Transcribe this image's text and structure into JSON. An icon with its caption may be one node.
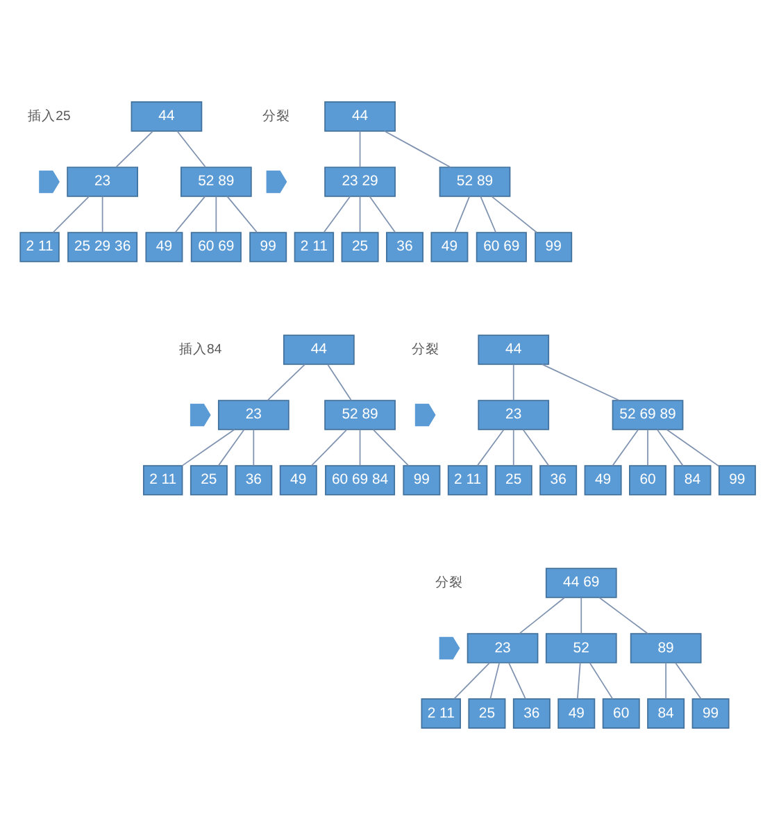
{
  "diagram": {
    "nodes": [
      {
        "text": [
          "44"
        ]
      },
      {
        "text": [
          "23"
        ]
      },
      {
        "text": [
          "52 89"
        ]
      },
      {
        "text": [
          "2 11"
        ]
      },
      {
        "text": [
          "25 29 36"
        ]
      },
      {
        "text": [
          "49"
        ]
      },
      {
        "text": [
          "60 69"
        ]
      },
      {
        "text": [
          "99"
        ]
      },
      {
        "text": [
          "44"
        ]
      },
      {
        "text": [
          "23 29"
        ]
      },
      {
        "text": [
          "52 89"
        ]
      },
      {
        "text": [
          "2 11"
        ]
      },
      {
        "text": [
          "25"
        ]
      },
      {
        "text": [
          "36"
        ]
      },
      {
        "text": [
          "49"
        ]
      },
      {
        "text": [
          "60 69"
        ]
      },
      {
        "text": [
          "99"
        ]
      },
      {
        "text": [
          "44"
        ]
      },
      {
        "text": [
          "23"
        ]
      },
      {
        "text": [
          "52 89"
        ]
      },
      {
        "text": [
          "2 11"
        ]
      },
      {
        "text": [
          "25"
        ]
      },
      {
        "text": [
          "36"
        ]
      },
      {
        "text": [
          "49"
        ]
      },
      {
        "text": [
          "60 69 84"
        ]
      },
      {
        "text": [
          "99"
        ]
      },
      {
        "text": [
          "44"
        ]
      },
      {
        "text": [
          "23"
        ]
      },
      {
        "text": [
          "52 69 89"
        ]
      },
      {
        "text": [
          "2 11"
        ]
      },
      {
        "text": [
          "25"
        ]
      },
      {
        "text": [
          "36"
        ]
      },
      {
        "text": [
          "49"
        ]
      },
      {
        "text": [
          "60"
        ]
      },
      {
        "text": [
          "84"
        ]
      },
      {
        "text": [
          "99"
        ]
      },
      {
        "text": [
          "44 69"
        ]
      },
      {
        "text": [
          "23"
        ]
      },
      {
        "text": [
          "52"
        ]
      },
      {
        "text": [
          "89"
        ]
      },
      {
        "text": [
          "2 11"
        ]
      },
      {
        "text": [
          "25"
        ]
      },
      {
        "text": [
          "36"
        ]
      },
      {
        "text": [
          "49"
        ]
      },
      {
        "text": [
          "60"
        ]
      },
      {
        "text": [
          "84"
        ]
      },
      {
        "text": [
          "99"
        ]
      }
    ],
    "edges": [
      {
        "from": 0,
        "to": 1,
        "arrow": "none"
      },
      {
        "from": 0,
        "to": 2,
        "arrow": "none"
      },
      {
        "from": 1,
        "to": 3,
        "arrow": "none"
      },
      {
        "from": 1,
        "to": 4,
        "arrow": "none"
      },
      {
        "from": 2,
        "to": 5,
        "arrow": "none"
      },
      {
        "from": 2,
        "to": 6,
        "arrow": "none"
      },
      {
        "from": 2,
        "to": 7,
        "arrow": "none"
      },
      {
        "from": 8,
        "to": 9,
        "arrow": "none"
      },
      {
        "from": 8,
        "to": 10,
        "arrow": "none"
      },
      {
        "from": 9,
        "to": 11,
        "arrow": "none"
      },
      {
        "from": 9,
        "to": 12,
        "arrow": "none"
      },
      {
        "from": 9,
        "to": 13,
        "arrow": "none"
      },
      {
        "from": 10,
        "to": 14,
        "arrow": "none"
      },
      {
        "from": 10,
        "to": 15,
        "arrow": "none"
      },
      {
        "from": 10,
        "to": 16,
        "arrow": "none"
      },
      {
        "from": 17,
        "to": 18,
        "arrow": "none"
      },
      {
        "from": 17,
        "to": 19,
        "arrow": "none"
      },
      {
        "from": 18,
        "to": 20,
        "arrow": "none"
      },
      {
        "from": 18,
        "to": 21,
        "arrow": "none"
      },
      {
        "from": 18,
        "to": 22,
        "arrow": "none"
      },
      {
        "from": 19,
        "to": 23,
        "arrow": "none"
      },
      {
        "from": 19,
        "to": 24,
        "arrow": "none"
      },
      {
        "from": 19,
        "to": 25,
        "arrow": "none"
      },
      {
        "from": 26,
        "to": 27,
        "arrow": "none"
      },
      {
        "from": 26,
        "to": 28,
        "arrow": "none"
      },
      {
        "from": 27,
        "to": 29,
        "arrow": "none"
      },
      {
        "from": 27,
        "to": 30,
        "arrow": "none"
      },
      {
        "from": 27,
        "to": 31,
        "arrow": "none"
      },
      {
        "from": 28,
        "to": 32,
        "arrow": "none"
      },
      {
        "from": 28,
        "to": 33,
        "arrow": "none"
      },
      {
        "from": 28,
        "to": 34,
        "arrow": "none"
      },
      {
        "from": 28,
        "to": 35,
        "arrow": "none"
      },
      {
        "from": 36,
        "to": 37,
        "arrow": "none"
      },
      {
        "from": 36,
        "to": 38,
        "arrow": "none"
      },
      {
        "from": 36,
        "to": 39,
        "arrow": "none"
      },
      {
        "from": 37,
        "to": 40,
        "arrow": "none"
      },
      {
        "from": 37,
        "to": 41,
        "arrow": "none"
      },
      {
        "from": 37,
        "to": 42,
        "arrow": "none"
      },
      {
        "from": 38,
        "to": 43,
        "arrow": "none"
      },
      {
        "from": 38,
        "to": 44,
        "arrow": "none"
      },
      {
        "from": 39,
        "to": 45,
        "arrow": "none"
      },
      {
        "from": 39,
        "to": 46,
        "arrow": "none"
      }
    ],
    "labels": [
      "插入25",
      "分裂",
      "插入84",
      "分裂",
      "分裂"
    ]
  }
}
